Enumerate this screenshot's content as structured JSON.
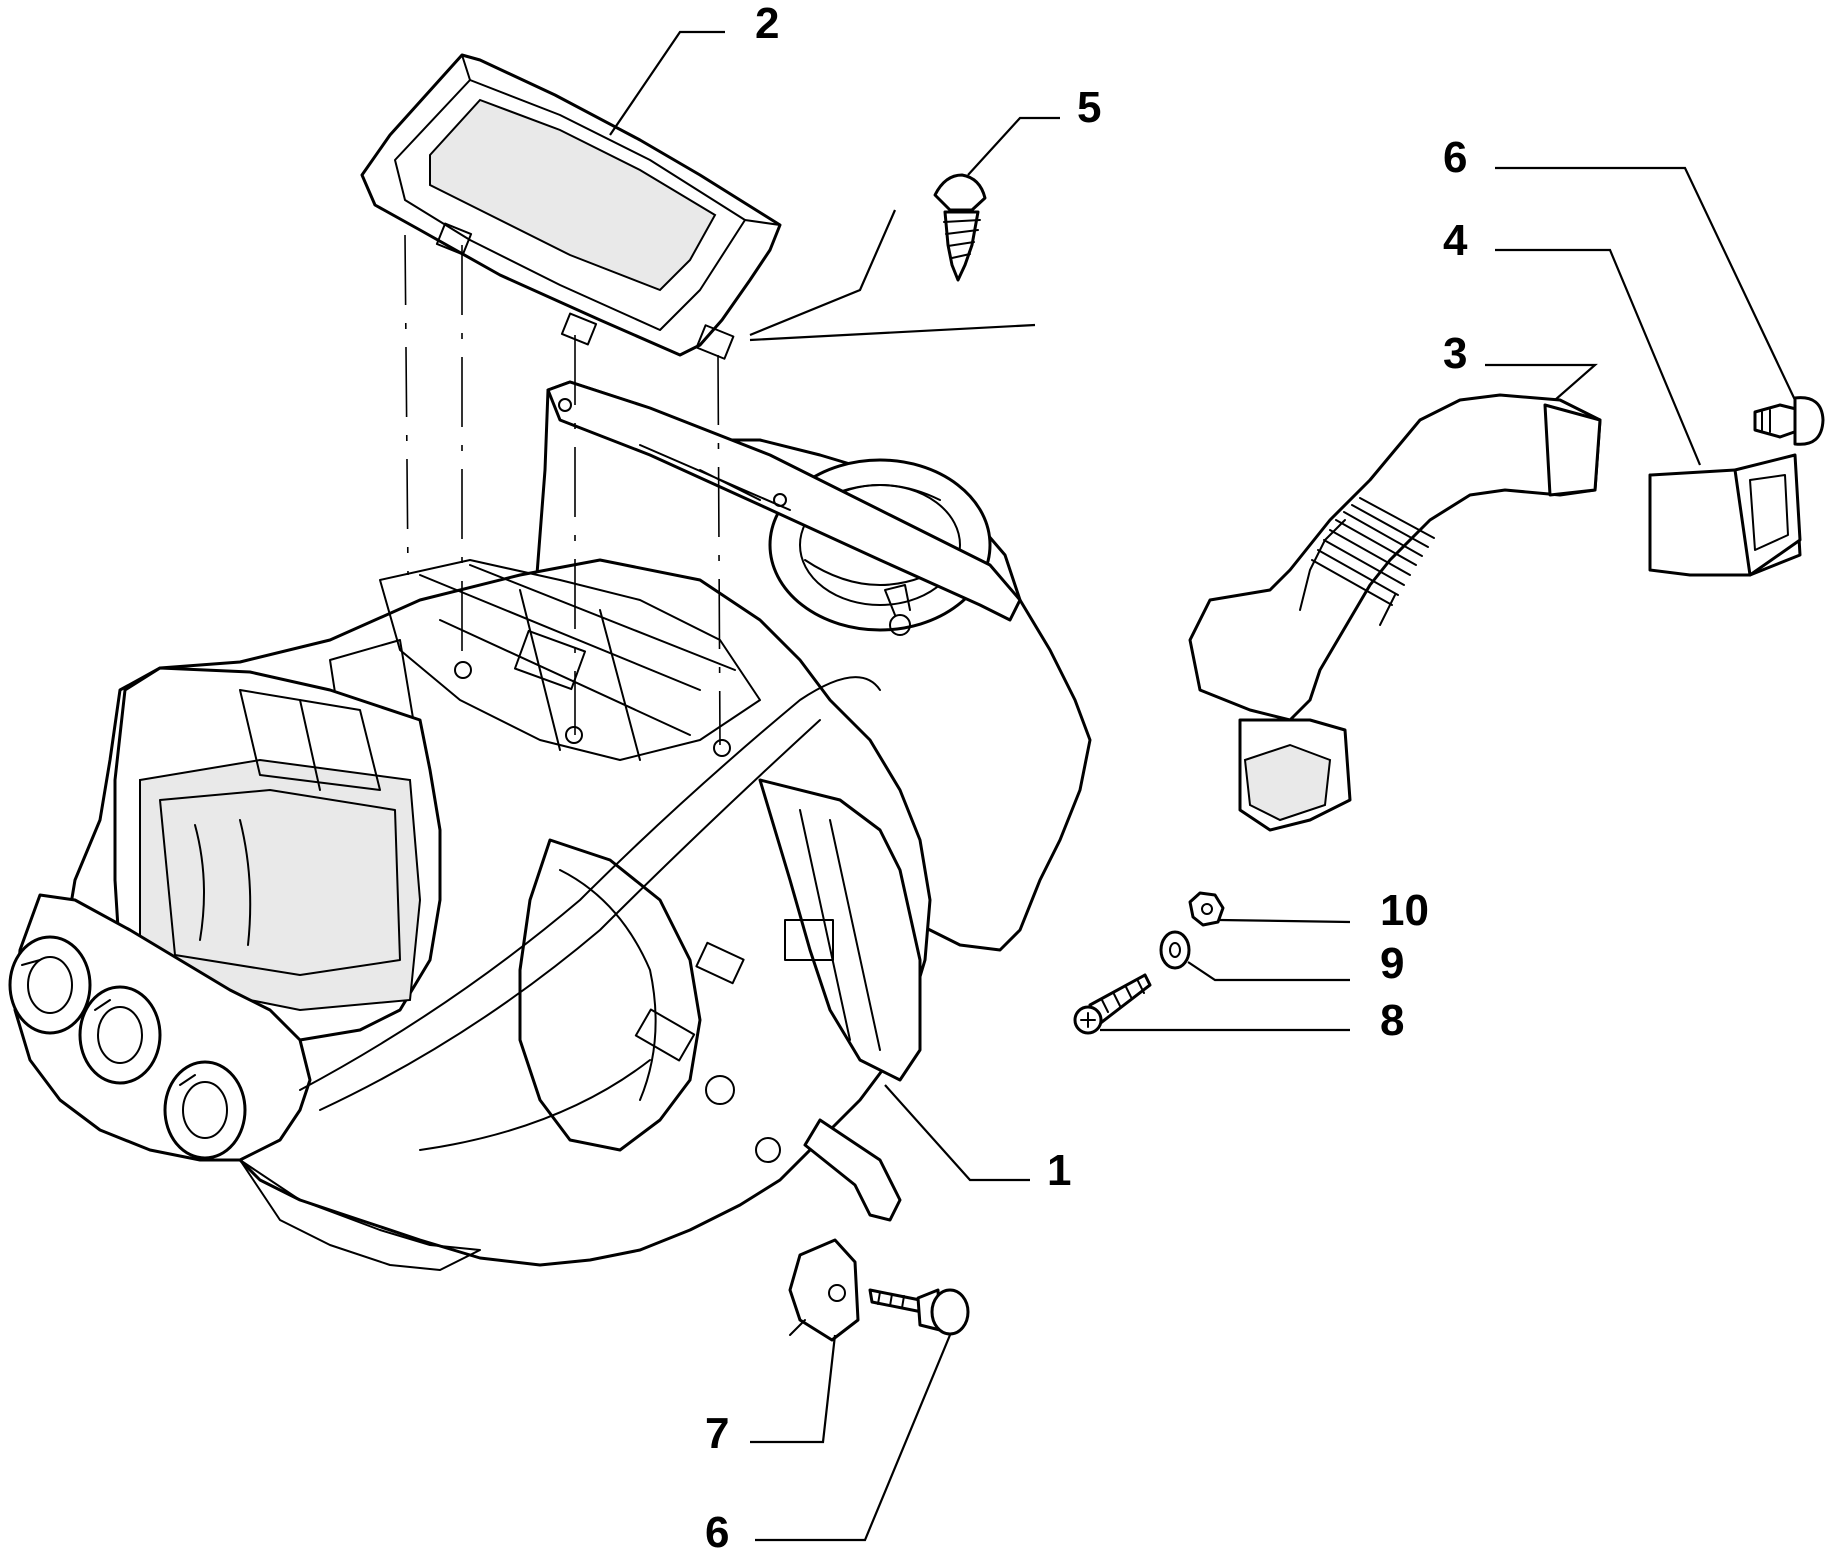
{
  "callouts": {
    "c1": "1",
    "c2": "2",
    "c3": "3",
    "c4": "4",
    "c5": "5",
    "c6_top": "6",
    "c6_bottom": "6",
    "c7": "7",
    "c8": "8",
    "c9": "9",
    "c10": "10"
  }
}
